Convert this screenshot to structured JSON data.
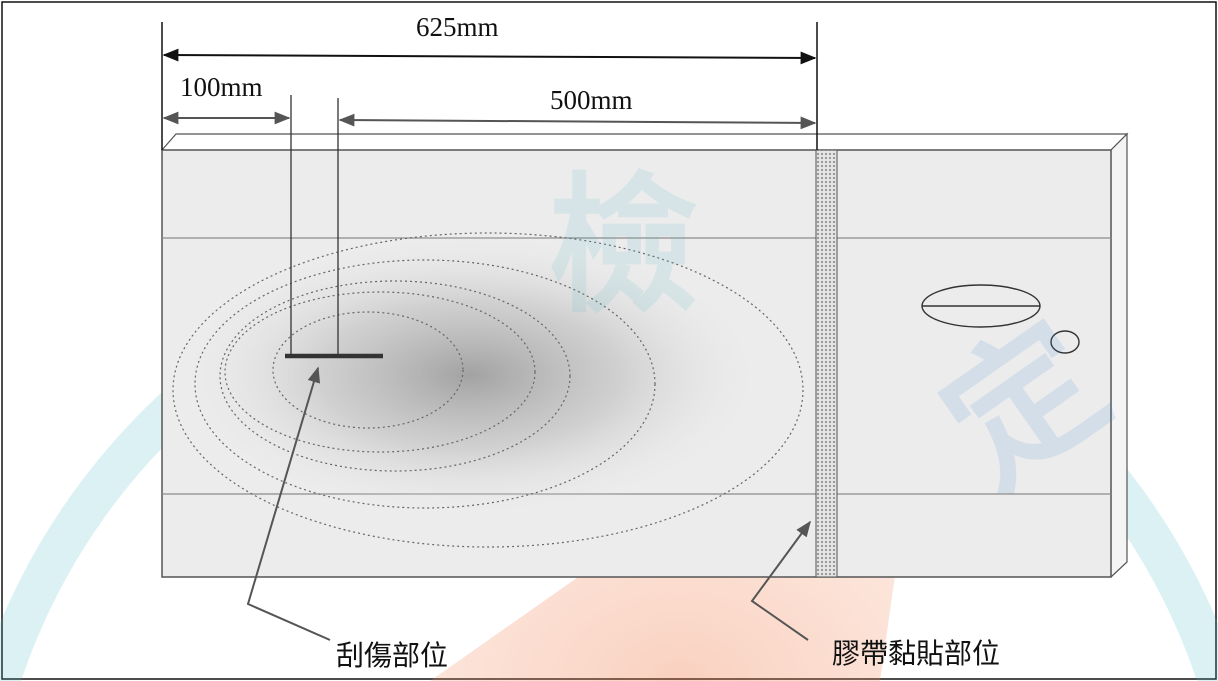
{
  "dimensions": {
    "overall": "625mm",
    "left_offset": "100mm",
    "span": "500mm"
  },
  "callouts": {
    "scratch": "刮傷部位",
    "tape": "膠帶黏貼部位"
  },
  "watermark": {
    "chars": [
      "檢",
      "定"
    ],
    "color_blue": "#3a8ad6",
    "color_teal": "#4fb7c8",
    "color_orange": "#f08a5a"
  },
  "colors": {
    "line": "#222222",
    "arrow": "#555555",
    "panel_stroke": "#555555",
    "panel_fill": "#ececec",
    "scratch": "#333333"
  }
}
